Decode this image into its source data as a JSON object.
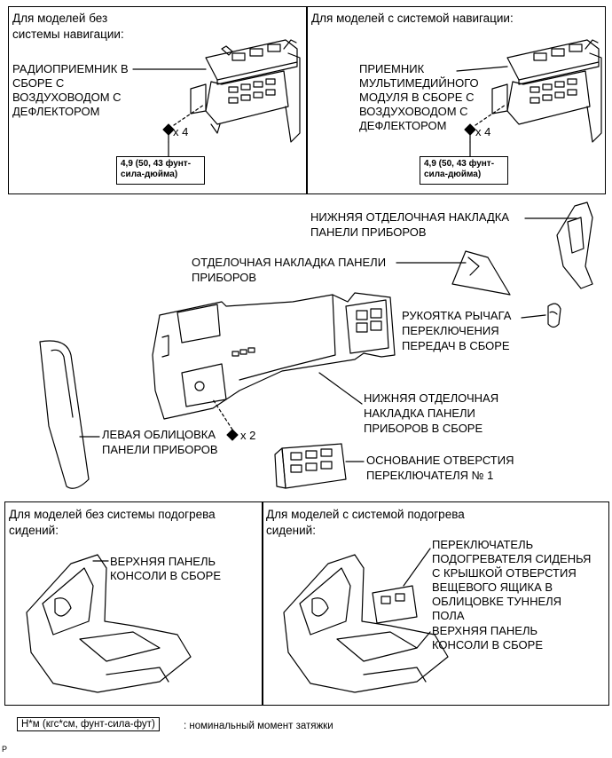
{
  "panel_no_nav": {
    "title_line1": "Для моделей без",
    "title_line2": "системы навигации:",
    "part_label": [
      "РАДИОПРИЕМНИК В",
      "СБОРЕ С",
      "ВОЗДУХОВОДОМ С",
      "ДЕФЛЕКТОРОМ"
    ],
    "qty": "x 4",
    "torque_line1": "4,9 (50, 43 фунт-",
    "torque_line2": "сила-дюйма)"
  },
  "panel_nav": {
    "title": "Для моделей с системой навигации:",
    "part_label": [
      "ПРИЕМНИК",
      "МУЛЬТИМЕДИЙНОГО",
      "МОДУЛЯ В СБОРЕ С",
      "ВОЗДУХОВОДОМ С",
      "ДЕФЛЕКТОРОМ"
    ],
    "qty": "x 4",
    "torque_line1": "4,9 (50, 43 фунт-",
    "torque_line2": "сила-дюйма)"
  },
  "middle": {
    "lower_trim_panel": [
      "НИЖНЯЯ ОТДЕЛОЧНАЯ НАКЛАДКА",
      "ПАНЕЛИ ПРИБОРОВ"
    ],
    "trim_panel": [
      "ОТДЕЛОЧНАЯ НАКЛАДКА ПАНЕЛИ",
      "ПРИБОРОВ"
    ],
    "shift_knob": [
      "РУКОЯТКА РЫЧАГА",
      "ПЕРЕКЛЮЧЕНИЯ",
      "ПЕРЕДАЧ В СБОРЕ"
    ],
    "lower_trim_assy": [
      "НИЖНЯЯ ОТДЕЛОЧНАЯ",
      "НАКЛАДКА ПАНЕЛИ",
      "ПРИБОРОВ В СБОРЕ"
    ],
    "left_cover": [
      "ЛЕВАЯ ОБЛИЦОВКА",
      "ПАНЕЛИ ПРИБОРОВ"
    ],
    "screw_qty": "x 2",
    "switch_base": [
      "ОСНОВАНИЕ ОТВЕРСТИЯ",
      "ПЕРЕКЛЮЧАТЕЛЯ № 1"
    ]
  },
  "panel_no_heat": {
    "title_line1": "Для моделей без системы подогрева",
    "title_line2": "сидений:",
    "part_label": [
      "ВЕРХНЯЯ ПАНЕЛЬ",
      "КОНСОЛИ В СБОРЕ"
    ]
  },
  "panel_heat": {
    "title_line1": "Для моделей с системой подогрева",
    "title_line2": "сидений:",
    "switch_label": [
      "ПЕРЕКЛЮЧАТЕЛЬ",
      "ПОДОГРЕВАТЕЛЯ СИДЕНЬЯ",
      "С КРЫШКОЙ ОТВЕРСТИЯ",
      "ВЕЩЕВОГО ЯЩИКА В",
      "ОБЛИЦОВКЕ ТУННЕЛЯ",
      "ПОЛА"
    ],
    "panel_label": [
      "ВЕРХНЯЯ ПАНЕЛЬ",
      "КОНСОЛИ В СБОРЕ"
    ]
  },
  "legend": {
    "unit": "Н*м (кгс*см, фунт-сила-фут)",
    "desc": ": номинальный момент затяжки"
  },
  "footer_mark": "P"
}
